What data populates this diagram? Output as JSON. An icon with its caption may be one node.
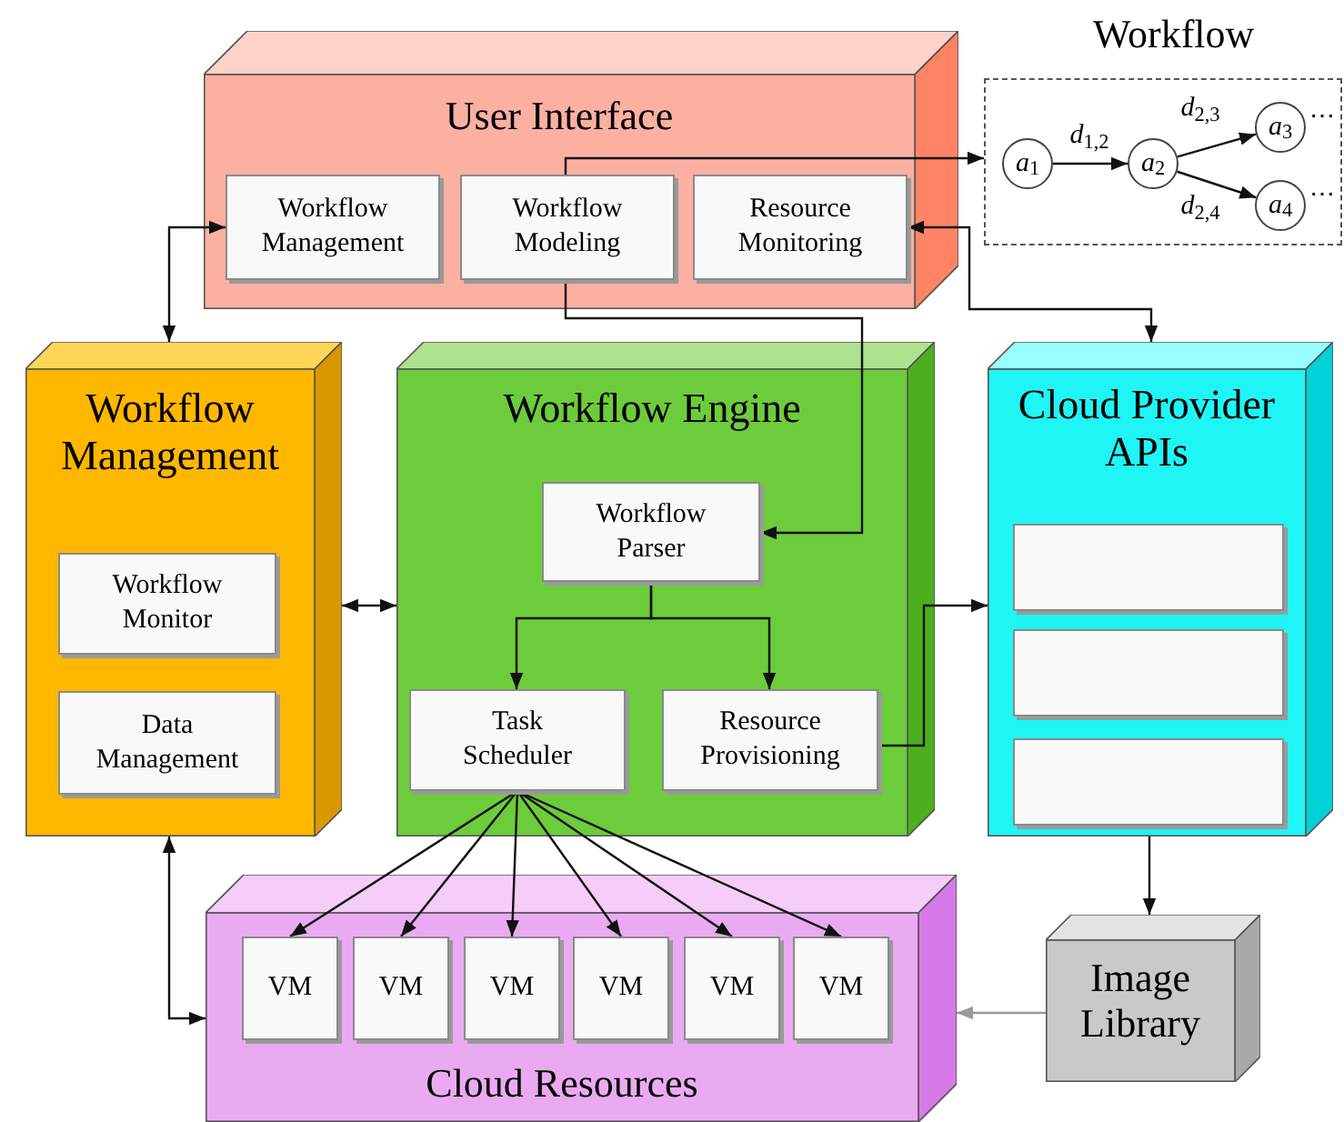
{
  "diagram": {
    "nodes": [
      {
        "text": [
          "User Interface"
        ]
      },
      {
        "text": [
          "Workflow Management"
        ],
        "in": 0
      },
      {
        "text": [
          "Workflow Modeling"
        ],
        "in": 0
      },
      {
        "text": [
          "Resource Monitoring"
        ],
        "in": 0
      },
      {
        "text": [
          "Workflow"
        ]
      },
      {
        "text": [
          "*a*$_{1}$"
        ],
        "in": 4
      },
      {
        "text": [
          "*a*$_{2}$"
        ],
        "in": 4
      },
      {
        "text": [
          "*a*$_{3}$"
        ],
        "in": 4
      },
      {
        "text": [
          "*a*$_{4}$"
        ],
        "in": 4
      },
      {
        "text": [
          "Workflow Management"
        ]
      },
      {
        "text": [
          "Workflow Monitor"
        ],
        "in": 9
      },
      {
        "text": [
          "Data Management"
        ],
        "in": 9
      },
      {
        "text": [
          "Workflow Engine"
        ]
      },
      {
        "text": [
          "Workflow Parser"
        ],
        "in": 12
      },
      {
        "text": [
          "Task Scheduler"
        ],
        "in": 12
      },
      {
        "text": [
          "Resource Provisioning"
        ],
        "in": 12
      },
      {
        "text": [
          "Cloud Provider APIs"
        ]
      },
      {
        "text": [],
        "shape": "box",
        "in": 16
      },
      {
        "text": [],
        "shape": "box",
        "in": 16
      },
      {
        "text": [],
        "shape": "box",
        "in": 16
      },
      {
        "text": [
          "Cloud Resources"
        ]
      },
      {
        "text": [
          "VM"
        ],
        "in": 20
      },
      {
        "text": [
          "VM"
        ],
        "in": 20
      },
      {
        "text": [
          "VM"
        ],
        "in": 20
      },
      {
        "text": [
          "VM"
        ],
        "in": 20
      },
      {
        "text": [
          "VM"
        ],
        "in": 20
      },
      {
        "text": [
          "VM"
        ],
        "in": 20
      },
      {
        "text": [
          "Image Library"
        ]
      }
    ],
    "edges": [
      {
        "from": 9,
        "to": 1,
        "arrow": "both"
      },
      {
        "from": 2,
        "to": 4,
        "arrow": "to"
      },
      {
        "from": 2,
        "to": 13,
        "arrow": "to"
      },
      {
        "from": 16,
        "to": 3,
        "arrow": "both"
      },
      {
        "from": 5,
        "to": 6,
        "arrow": "to",
        "label": "*d*$_{1,2}$"
      },
      {
        "from": 6,
        "to": 7,
        "arrow": "to",
        "label": "*d*$_{2,3}$"
      },
      {
        "from": 6,
        "to": 8,
        "arrow": "to",
        "label": "*d*$_{2,4}$"
      },
      {
        "from": 9,
        "to": 12,
        "arrow": "both"
      },
      {
        "from": 13,
        "to": 14,
        "arrow": "to"
      },
      {
        "from": 13,
        "to": 15,
        "arrow": "to"
      },
      {
        "from": 15,
        "to": 16,
        "arrow": "to"
      },
      {
        "from": 14,
        "to": 21,
        "arrow": "to"
      },
      {
        "from": 14,
        "to": 22,
        "arrow": "to"
      },
      {
        "from": 14,
        "to": 23,
        "arrow": "to"
      },
      {
        "from": 14,
        "to": 24,
        "arrow": "to"
      },
      {
        "from": 14,
        "to": 25,
        "arrow": "to"
      },
      {
        "from": 14,
        "to": 26,
        "arrow": "to"
      },
      {
        "from": 16,
        "to": 27,
        "arrow": "to"
      },
      {
        "from": 27,
        "to": 20,
        "arrow": "to",
        "color": "#999999"
      },
      {
        "from": 9,
        "to": 20,
        "arrow": "both"
      }
    ],
    "labels": [
      "⋯",
      "⋯"
    ]
  }
}
